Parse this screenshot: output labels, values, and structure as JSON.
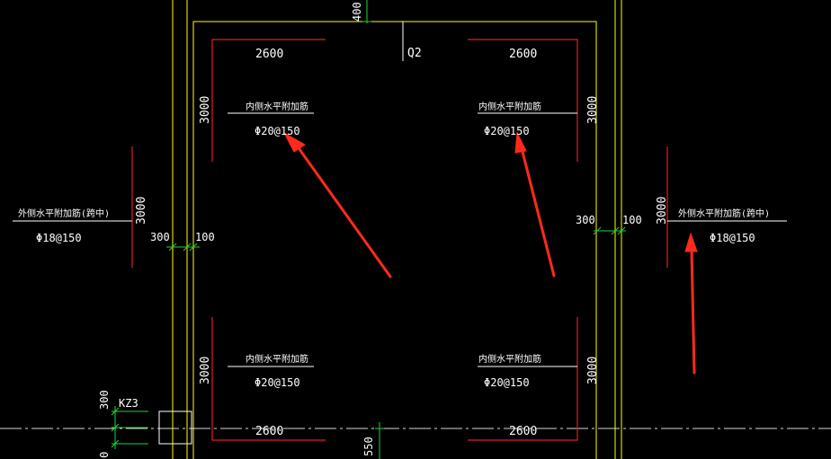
{
  "labels": {
    "wall_tag": "Q2",
    "column_tag": "KZ3",
    "inner_rebar_label": "内侧水平附加筋",
    "outer_rebar_label": "外侧水平附加筋(跨中)",
    "inner_rebar_spec": "Φ20@150",
    "outer_rebar_spec": "Φ18@150"
  },
  "dimensions": {
    "top_gap": "400",
    "bottom_gap": "550",
    "rebar_length_h": "2600",
    "rebar_length_v": "3000",
    "wall_thickness": "300",
    "cover": "100",
    "col_300": "300",
    "col_0": "0"
  },
  "colors": {
    "background": "#000000",
    "wall_line": "#ffff00",
    "rebar_line": "#e0201c",
    "dimension": "#22d42e",
    "text": "#ffffff",
    "arrow": "#ff2a1a",
    "axis": "#d8d8d8"
  }
}
